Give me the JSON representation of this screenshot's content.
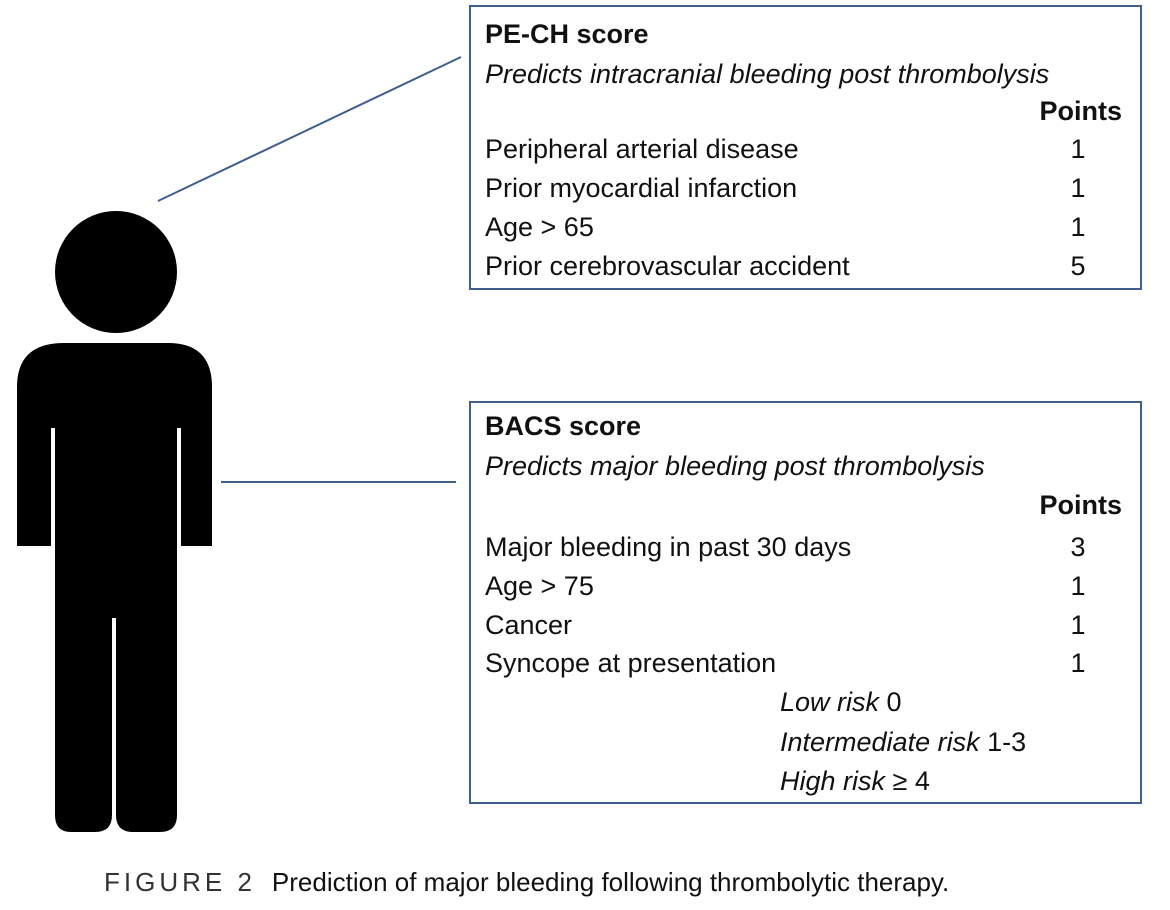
{
  "pech": {
    "title": "PE-CH score",
    "subtitle": "Predicts intracranial bleeding post thrombolysis",
    "points_header": "Points",
    "factors": [
      {
        "label": "Peripheral arterial disease",
        "points": "1"
      },
      {
        "label": "Prior myocardial infarction",
        "points": "1"
      },
      {
        "label": "Age > 65",
        "points": "1"
      },
      {
        "label": "Prior cerebrovascular accident",
        "points": "5"
      }
    ]
  },
  "bacs": {
    "title": "BACS score",
    "subtitle": "Predicts major bleeding post thrombolysis",
    "points_header": "Points",
    "factors": [
      {
        "label": "Major bleeding in past 30 days",
        "points": "3"
      },
      {
        "label": "Age > 75",
        "points": "1"
      },
      {
        "label": "Cancer",
        "points": "1"
      },
      {
        "label": "Syncope at presentation",
        "points": "1"
      }
    ],
    "risk_levels": [
      {
        "name": "Low risk",
        "value": "0"
      },
      {
        "name": "Intermediate risk",
        "value": "1-3"
      },
      {
        "name": "High risk",
        "value": "≥ 4"
      }
    ]
  },
  "caption": {
    "label": "FIGURE 2",
    "text": "Prediction of major bleeding following thrombolytic therapy."
  },
  "colors": {
    "box_border": "#3f5f8f",
    "connector": "#3f5f8f",
    "figure_fill": "#000000"
  },
  "icons": {
    "person": "person-silhouette-icon"
  }
}
